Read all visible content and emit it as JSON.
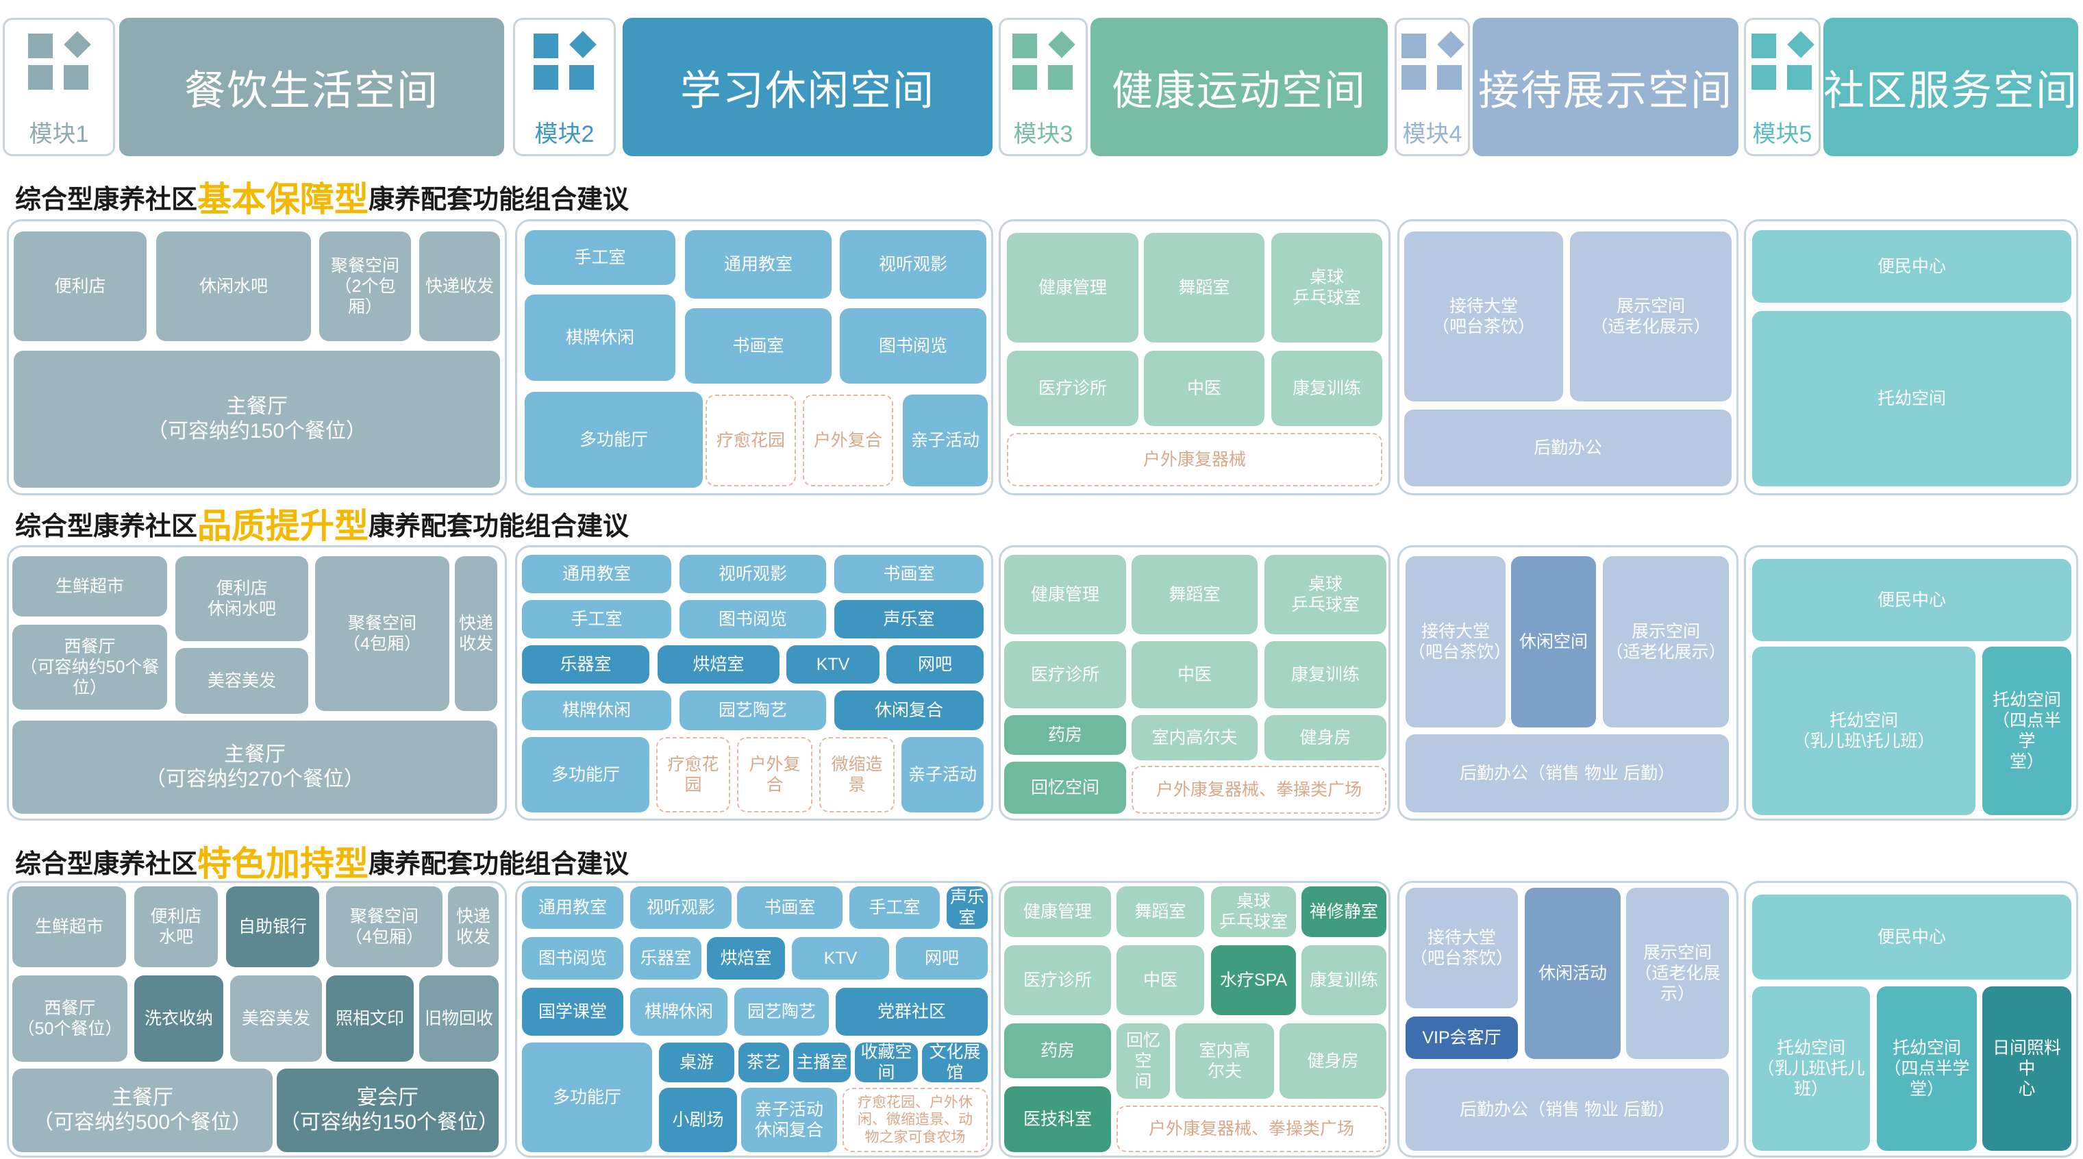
{
  "modules": [
    {
      "label": "模块1",
      "title": "餐饮生活空间",
      "color": "#8eabb2"
    },
    {
      "label": "模块2",
      "title": "学习休闲空间",
      "color": "#3f98bf"
    },
    {
      "label": "模块3",
      "title": "健康运动空间",
      "color": "#77bda5"
    },
    {
      "label": "模块4",
      "title": "接待展示空间",
      "color": "#98b4d2"
    },
    {
      "label": "模块5",
      "title": "社区服务空间",
      "color": "#5cbcc0"
    }
  ],
  "sections": [
    {
      "prefix": "综合型康养社区",
      "highlight": "基本保障型",
      "suffix": "康养配套功能组合建议"
    },
    {
      "prefix": "综合型康养社区",
      "highlight": "品质提升型",
      "suffix": "康养配套功能组合建议"
    },
    {
      "prefix": "综合型康养社区",
      "highlight": "特色加持型",
      "suffix": "康养配套功能组合建议"
    }
  ],
  "cells": {
    "r1m1": [
      "便利店",
      "休闲水吧",
      "聚餐空间\n（2个包厢）",
      "快递收发",
      "主餐厅\n（可容纳约150个餐位）"
    ],
    "r1m2": [
      "手工室",
      "通用教室",
      "视听观影",
      "棋牌休闲",
      "书画室",
      "图书阅览",
      "多功能厅",
      "疗愈花园",
      "户外复合",
      "亲子活动"
    ],
    "r1m3": [
      "健康管理",
      "舞蹈室",
      "桌球\n乒乓球室",
      "医疗诊所",
      "中医",
      "康复训练",
      "户外康复器械"
    ],
    "r1m4": [
      "接待大堂\n（吧台茶饮）",
      "展示空间\n（适老化展示）",
      "后勤办公"
    ],
    "r1m5": [
      "便民中心",
      "托幼空间"
    ],
    "r2m1": [
      "生鲜超市",
      "便利店\n休闲水吧",
      "西餐厅\n（可容纳约50个餐\n位）",
      "美容美发",
      "聚餐空间\n（4包厢）",
      "快递\n收发",
      "主餐厅\n（可容纳约270个餐位）"
    ],
    "r2m2": [
      "通用教室",
      "视听观影",
      "书画室",
      "手工室",
      "图书阅览",
      "声乐室",
      "乐器室",
      "烘焙室",
      "KTV",
      "网吧",
      "棋牌休闲",
      "园艺陶艺",
      "休闲复合",
      "多功能厅",
      "疗愈花园",
      "户外复合",
      "微缩造景",
      "亲子活动"
    ],
    "r2m3": [
      "健康管理",
      "舞蹈室",
      "桌球\n乒乓球室",
      "医疗诊所",
      "中医",
      "康复训练",
      "药房",
      "室内高尔夫",
      "健身房",
      "回忆空间",
      "户外康复器械、拳操类广场"
    ],
    "r2m4": [
      "接待大堂\n（吧台茶饮）",
      "休闲空间",
      "展示空间\n（适老化展示）",
      "后勤办公（销售 物业 后勤）"
    ],
    "r2m5": [
      "便民中心",
      "托幼空间\n（乳儿班\\托儿班）",
      "托幼空间\n（四点半学\n堂）"
    ],
    "r3m1": [
      "生鲜超市",
      "便利店\n水吧",
      "自助银行",
      "聚餐空间\n（4包厢）",
      "快递\n收发",
      "西餐厅\n（50个餐位）",
      "洗衣收纳",
      "美容美发",
      "照相文印",
      "旧物回收",
      "主餐厅\n（可容纳约500个餐位）",
      "宴会厅\n（可容纳约150个餐位）"
    ],
    "r3m2": [
      "通用教室",
      "视听观影",
      "书画室",
      "手工室",
      "声乐室",
      "图书阅览",
      "乐器室",
      "烘焙室",
      "KTV",
      "网吧",
      "国学课堂",
      "棋牌休闲",
      "园艺陶艺",
      "党群社区",
      "多功能厅",
      "桌游",
      "茶艺",
      "主播室",
      "收藏空间",
      "文化展馆",
      "小剧场",
      "亲子活动\n休闲复合",
      "疗愈花园、户外休\n闲、微缩造景、动\n物之家可食农场"
    ],
    "r3m3": [
      "健康管理",
      "舞蹈室",
      "桌球\n乒乓球室",
      "禅修静室",
      "医疗诊所",
      "中医",
      "水疗SPA",
      "康复训练",
      "药房",
      "回忆空\n间",
      "室内高\n尔夫",
      "健身房",
      "医技科室",
      "户外康复器械、拳操类广场"
    ],
    "r3m4": [
      "接待大堂\n（吧台茶饮）",
      "休闲活动",
      "展示空间\n（适老化展示）",
      "VIP会客厅",
      "后勤办公（销售 物业 后勤）"
    ],
    "r3m5": [
      "便民中心",
      "托幼空间\n（乳儿班\\托儿\n班）",
      "托幼空间\n（四点半学\n堂）",
      "日间照料中\n心"
    ]
  }
}
